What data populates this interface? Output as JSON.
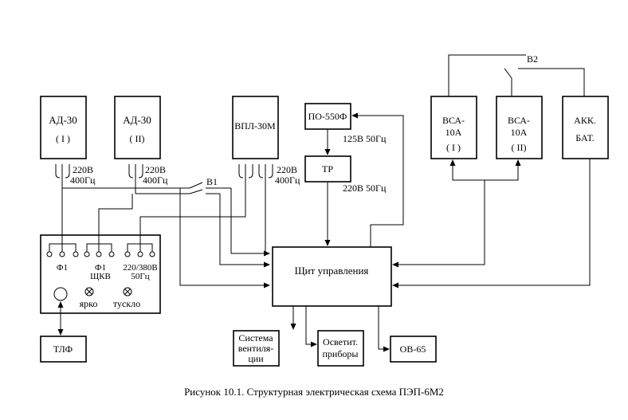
{
  "blocks": {
    "ad30_1": {
      "line1": "АД-30",
      "line2": "( I )"
    },
    "ad30_2": {
      "line1": "АД-30",
      "line2": "( II)"
    },
    "vpl": {
      "label": "ВПЛ-30М"
    },
    "po": {
      "label": "ПО-550Ф"
    },
    "tr": {
      "label": "ТР"
    },
    "vsa1": {
      "line1": "ВСА-",
      "line2": "10А",
      "line3": "( I )"
    },
    "vsa2": {
      "line1": "ВСА-",
      "line2": "10А",
      "line3": "( II)"
    },
    "akk": {
      "line1": "АКК.",
      "line2": "БАТ."
    },
    "shchit": {
      "label": "Щит управления"
    },
    "tlf": {
      "label": "ТЛФ"
    },
    "vent": {
      "line1": "Система",
      "line2": "вентиля-",
      "line3": "ции"
    },
    "osv": {
      "line1": "Осветит.",
      "line2": "приборы"
    },
    "ov65": {
      "label": "ОВ-65"
    }
  },
  "labels": {
    "ad1_v": "220В",
    "ad1_hz": "400Гц",
    "ad2_v": "220В",
    "ad2_hz": "400Гц",
    "vpl_v": "220В",
    "vpl_hz": "400Гц",
    "v1": "В1",
    "v2": "В2",
    "po_out": "125В 50Гц",
    "tr_out": "220В 50Гц"
  },
  "panel": {
    "f1": "Ф1",
    "f1b": "Ф1",
    "shchkv": "ЩКВ",
    "v220_380": "220/380В",
    "hz50": "50Гц",
    "yarko": "ярко",
    "tusklo": "тускло"
  },
  "caption": "Рисунок 10.1. Структурная электрическая схема ПЭП-6М2"
}
